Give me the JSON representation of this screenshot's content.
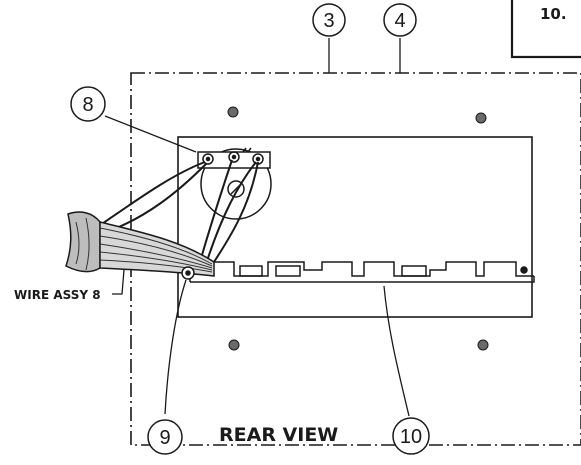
{
  "corner_note": "10.",
  "callouts": {
    "c3": "3",
    "c4": "4",
    "c8": "8",
    "c9": "9",
    "c10": "10"
  },
  "wire_label": "WIRE ASSY 8",
  "view_label": "REAR VIEW",
  "colors": {
    "ink": "#1a1a1a",
    "paper": "#ffffff",
    "shade": "#bdbdbd"
  }
}
